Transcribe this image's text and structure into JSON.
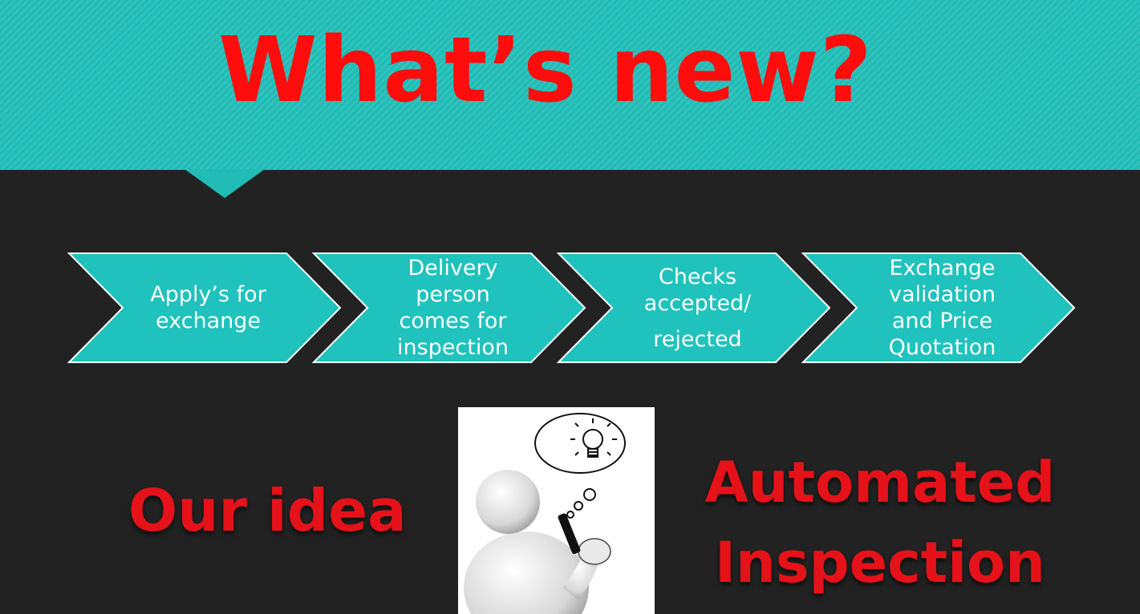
{
  "title": "What’s new?",
  "process_steps": [
    {
      "lines": [
        "Apply’s for",
        "exchange"
      ]
    },
    {
      "lines": [
        "Delivery",
        "person",
        "comes for",
        "inspection"
      ]
    },
    {
      "lines": [
        "Checks",
        "accepted/",
        "rejected"
      ]
    },
    {
      "lines": [
        "Exchange",
        "validation",
        "and Price",
        "Quotation"
      ]
    }
  ],
  "idea_label": "Our idea",
  "idea_result": {
    "lines": [
      "Automated",
      "Inspection"
    ]
  },
  "icons": {
    "illustration": "thinking-figure-lightbulb-illustration"
  },
  "colors": {
    "header_teal": "#21bcb6",
    "chevron_fill": "#1fc2bc",
    "background": "#222222",
    "accent_red": "#ff0d0d",
    "text_white": "#ffffff"
  }
}
